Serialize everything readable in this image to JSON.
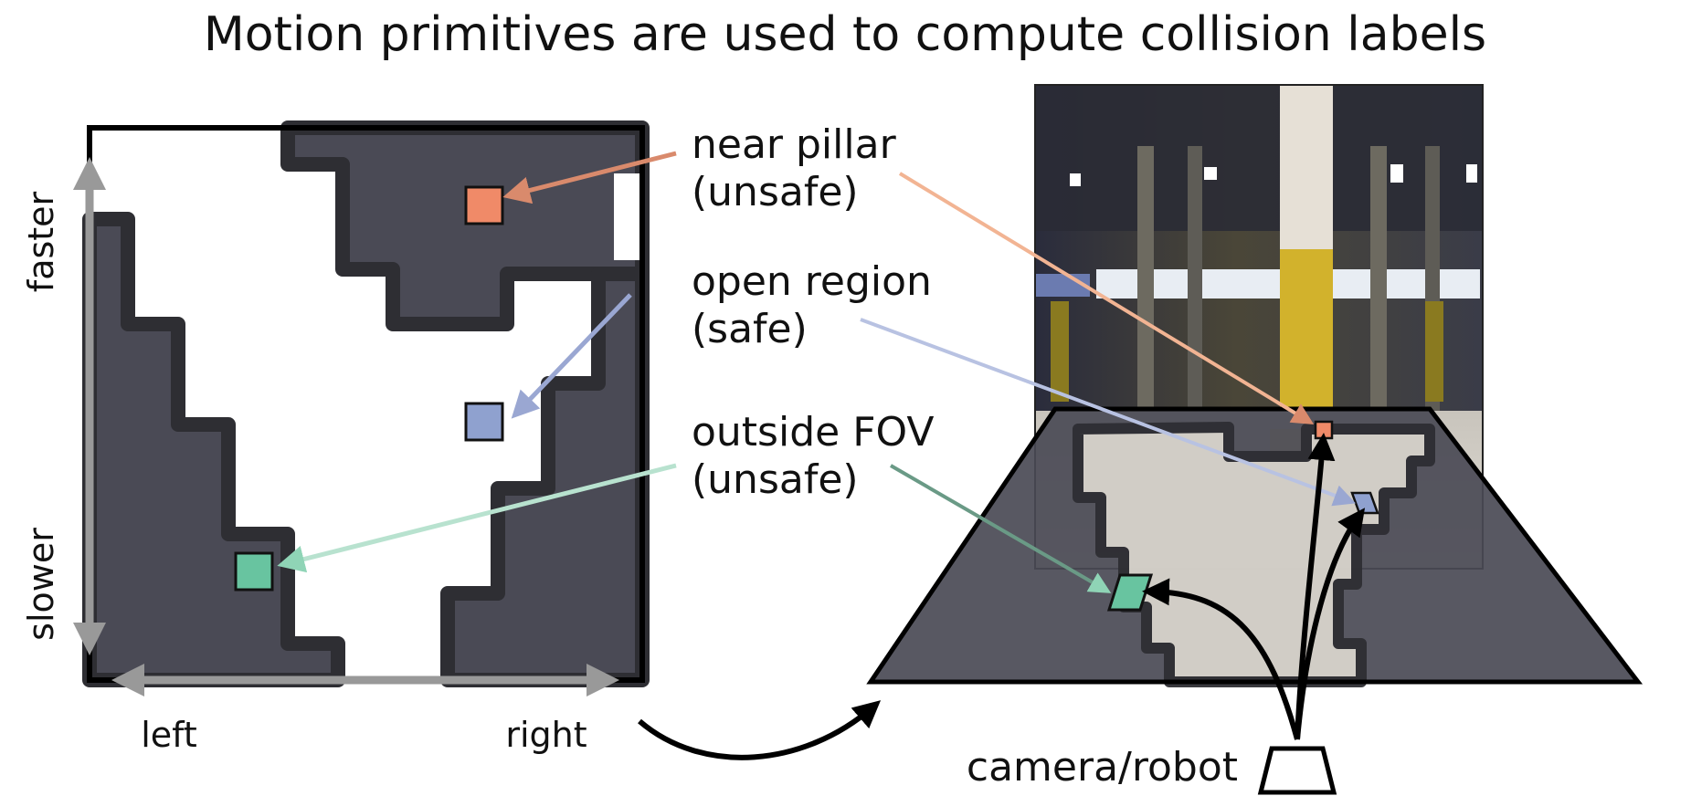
{
  "title": "Motion primitives are used to compute collision labels",
  "left_panel": {
    "axis_top": "faster",
    "axis_bottom": "slower",
    "axis_left": "left",
    "axis_right": "right"
  },
  "labels": {
    "near_pillar": {
      "line1": "near pillar",
      "line2": "(unsafe)",
      "color": "#f08a68"
    },
    "open_region": {
      "line1": "open region",
      "line2": "(safe)",
      "color": "#8fa1cf"
    },
    "outside_fov": {
      "line1": "outside FOV",
      "line2": "(unsafe)",
      "color": "#68c4a0"
    }
  },
  "camera_label": "camera/robot",
  "colors": {
    "obstacle": "#4a4a55",
    "obstacle_border": "#2e2e33",
    "free": "#ffffff",
    "axis_arrow": "#999999"
  }
}
